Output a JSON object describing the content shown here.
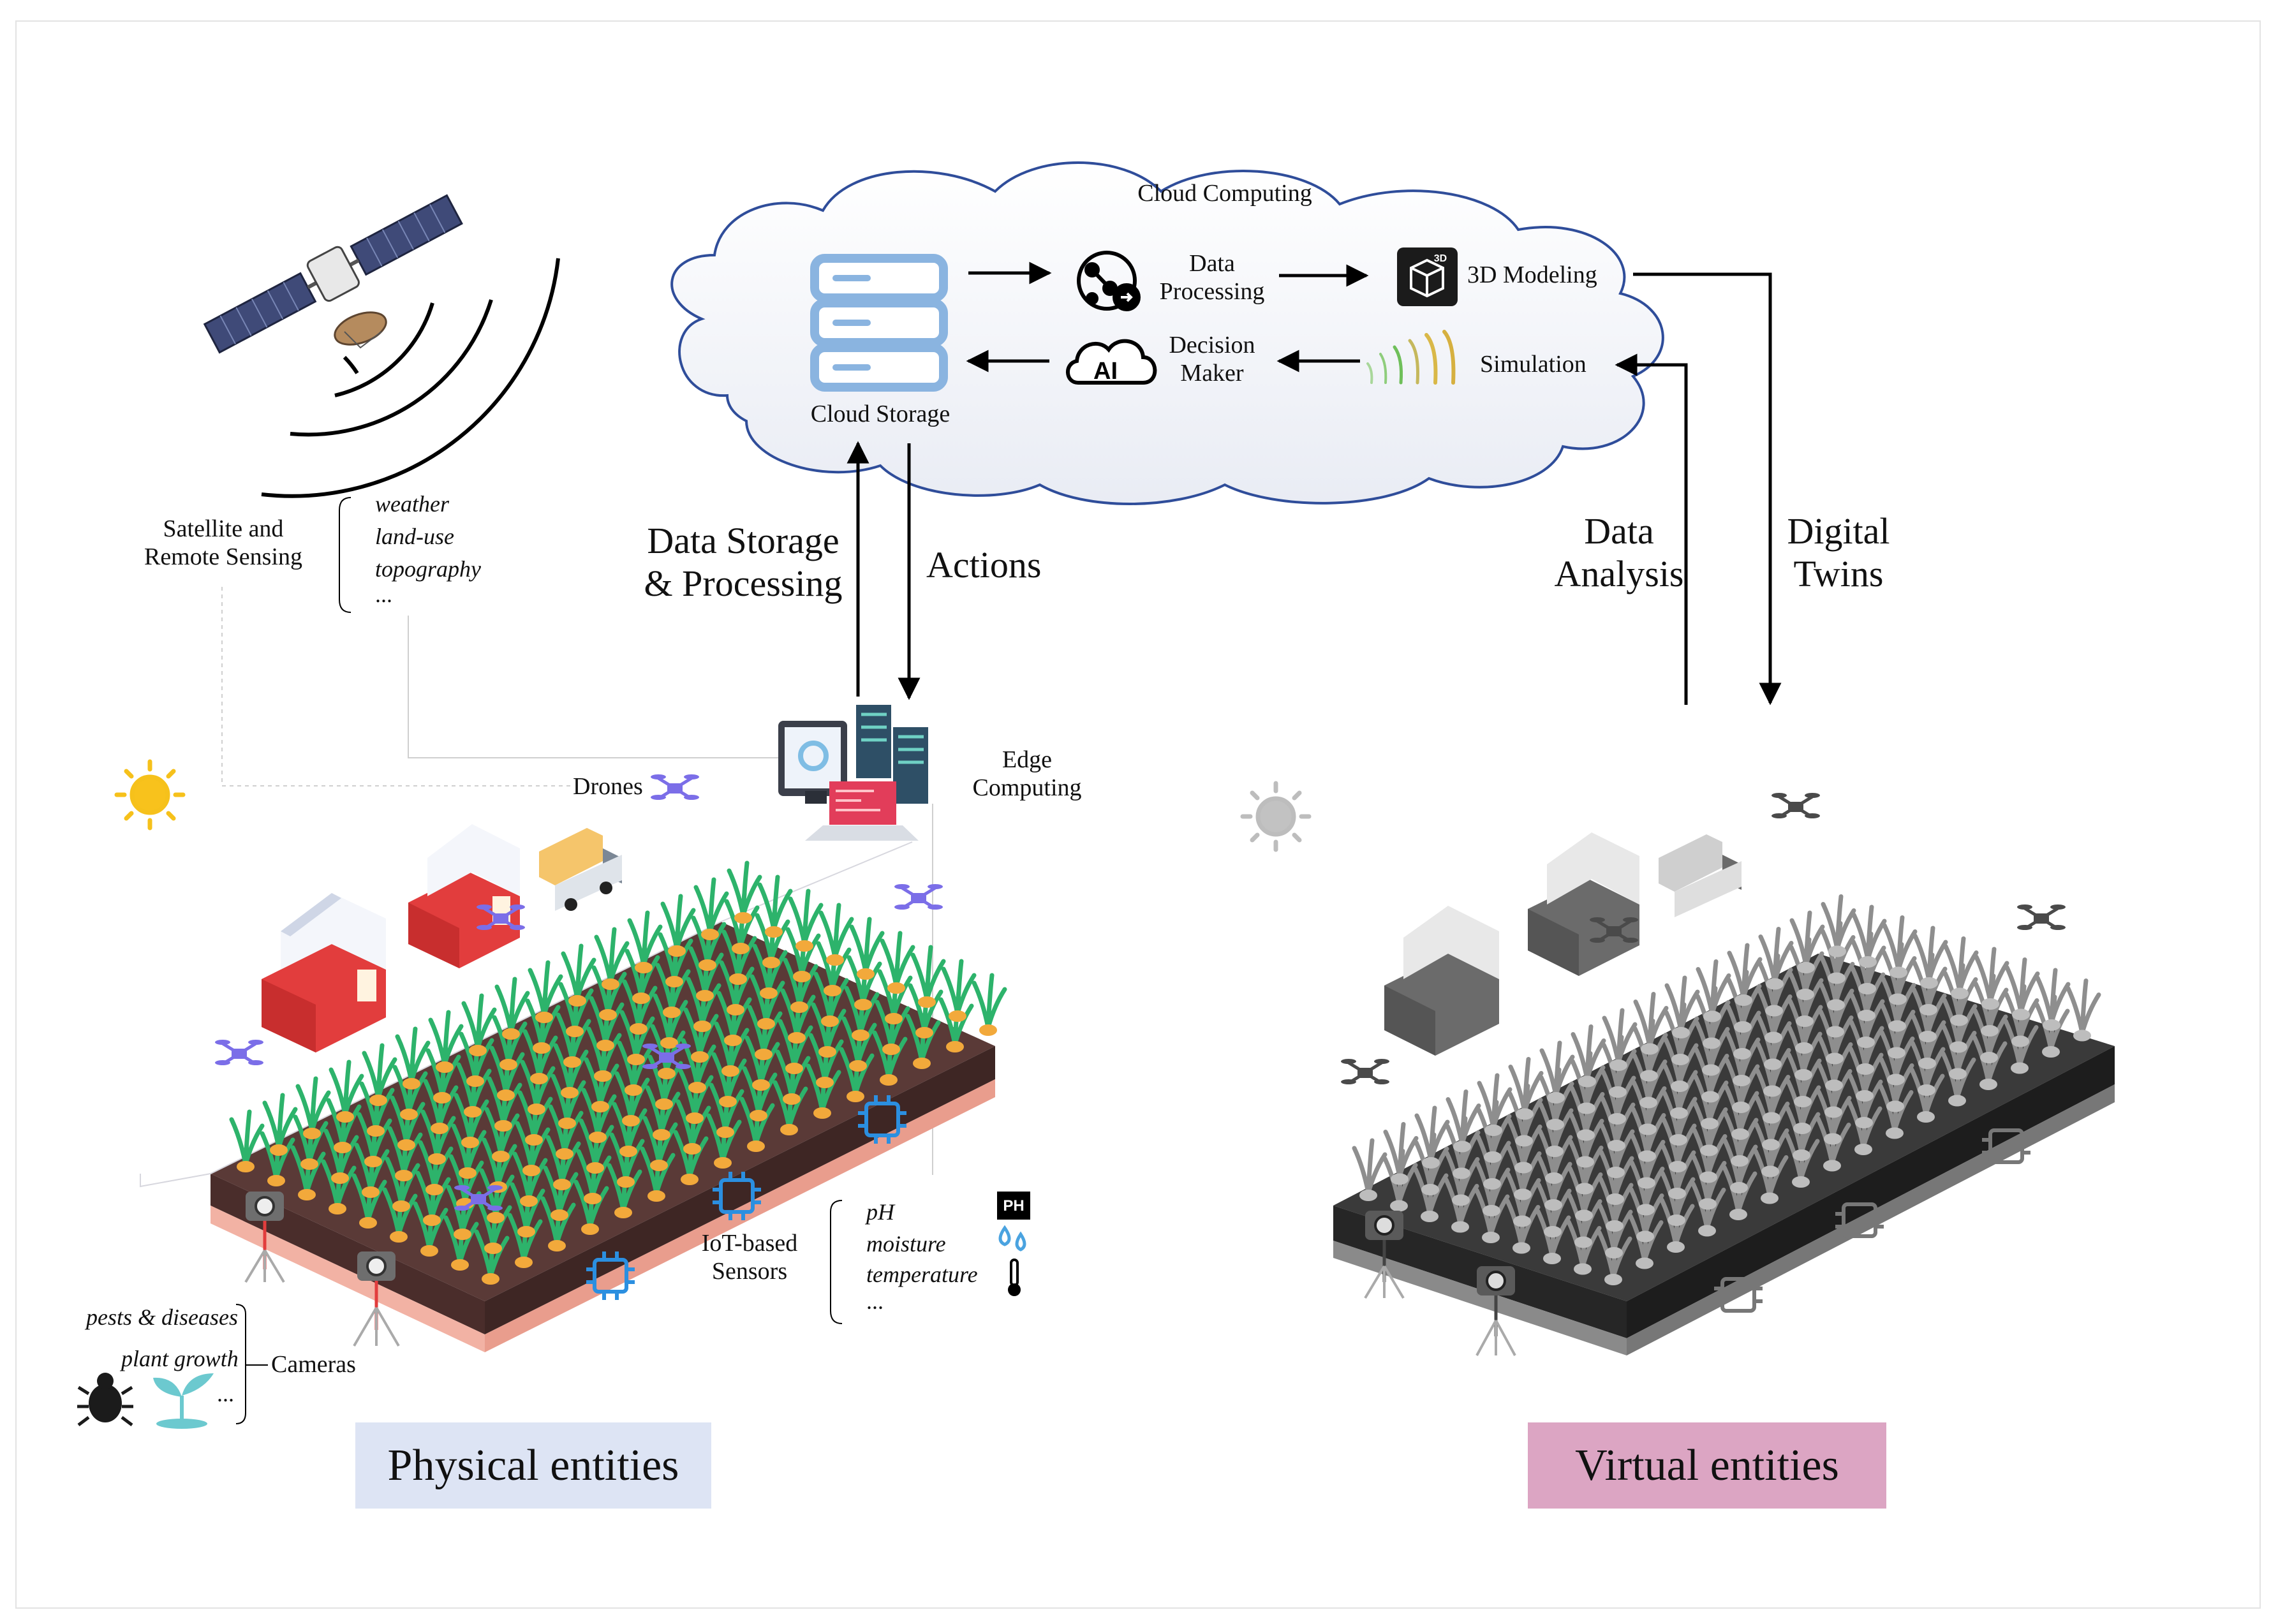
{
  "cloud": {
    "title": "Cloud Computing",
    "storage_label": "Cloud Storage",
    "data_processing": "Data Processing",
    "modeling_label": "3D Modeling",
    "modeling_icon_text": "3D",
    "decision_maker": "Decision Maker",
    "ai_icon_text": "AI",
    "simulation_label": "Simulation"
  },
  "links": {
    "data_storage_processing": "Data Storage & Processing",
    "actions": "Actions",
    "data_analysis": "Data Analysis",
    "digital_twins": "Digital Twins"
  },
  "satellite": {
    "label": "Satellite and Remote Sensing",
    "items": [
      "weather",
      "land-use",
      "topography",
      "..."
    ]
  },
  "edge": {
    "label": "Edge Computing"
  },
  "drones": {
    "label": "Drones"
  },
  "sensors": {
    "label": "IoT-based Sensors",
    "items": [
      "pH",
      "moisture",
      "temperature",
      "..."
    ],
    "ph_icon_text": "PH"
  },
  "cameras": {
    "label": "Cameras",
    "items": [
      "pests & diseases",
      "plant growth",
      "..."
    ]
  },
  "panels": {
    "physical": "Physical entities",
    "virtual": "Virtual entities"
  },
  "colors": {
    "physical_badge": "#dde4f4",
    "virtual_badge": "#dca5c3",
    "cloud_outline": "#2f4d9a",
    "storage_blue": "#8ab4e0",
    "crop_green": "#2db36b",
    "soil": "#5a3a37",
    "barn_red": "#e23d3d"
  }
}
